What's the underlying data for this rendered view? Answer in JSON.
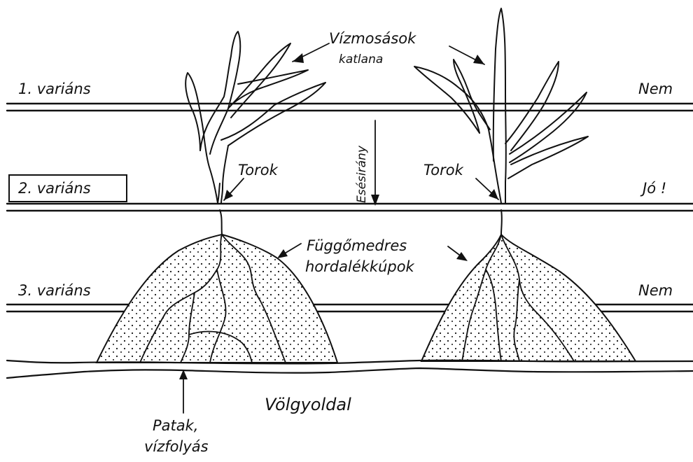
{
  "labels": {
    "gully_system": "Vízmosások",
    "gully_system_line2": "katlana",
    "variant1": "1. variáns",
    "variant2": "2. variáns",
    "variant3": "3. variáns",
    "verdict1": "Nem",
    "verdict2": "Jó !",
    "verdict3": "Nem",
    "throat_left": "Torok",
    "throat_right": "Torok",
    "slope_direction": "Esésirány",
    "fans_line1": "Függőmedres",
    "fans_line2": "hordalékkúpok",
    "valley_side": "Völgyoldal",
    "stream_line1": "Patak,",
    "stream_line2": "vízfolyás"
  },
  "colors": {
    "ink": "#111111",
    "paper": "#ffffff"
  }
}
